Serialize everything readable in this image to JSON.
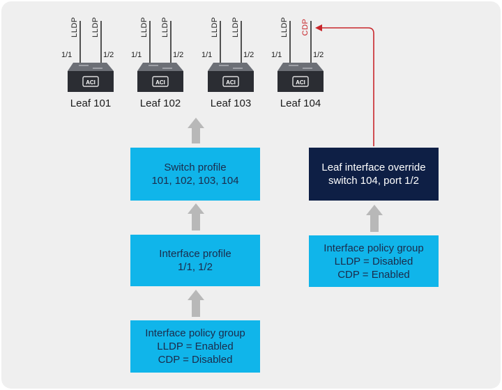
{
  "colors": {
    "background": "#efefef",
    "box_fill": "#10b5ea",
    "dark_box_fill": "#0e1f45",
    "arrow_gray": "#b8b8b8",
    "override_red": "#c8262b",
    "switch_body": "#2b2d33"
  },
  "leaves": [
    {
      "name": "Leaf 101",
      "left_proto": "LLDP",
      "right_proto": "LLDP",
      "left_port": "1/1",
      "right_port": "1/2",
      "chip": "ACI"
    },
    {
      "name": "Leaf 102",
      "left_proto": "LLDP",
      "right_proto": "LLDP",
      "left_port": "1/1",
      "right_port": "1/2",
      "chip": "ACI"
    },
    {
      "name": "Leaf 103",
      "left_proto": "LLDP",
      "right_proto": "LLDP",
      "left_port": "1/1",
      "right_port": "1/2",
      "chip": "ACI"
    },
    {
      "name": "Leaf 104",
      "left_proto": "LLDP",
      "right_proto": "CDP",
      "left_port": "1/1",
      "right_port": "1/2",
      "chip": "ACI"
    }
  ],
  "boxes": {
    "switch_profile": {
      "line1": "Switch profile",
      "line2": "101, 102, 103, 104"
    },
    "interface_profile": {
      "line1": "Interface profile",
      "line2": "1/1, 1/2"
    },
    "policy_group_left": {
      "line1": "Interface policy group",
      "line2": "LLDP = Enabled",
      "line3": "CDP = Disabled"
    },
    "override": {
      "line1": "Leaf interface override",
      "line2": "switch 104, port 1/2"
    },
    "policy_group_right": {
      "line1": "Interface policy group",
      "line2": "LLDP = Disabled",
      "line3": "CDP = Enabled"
    }
  },
  "icons": {
    "switch": "network-switch-icon",
    "up_arrow": "gray-up-arrow-icon",
    "override_arrow": "red-override-arrow-icon"
  }
}
